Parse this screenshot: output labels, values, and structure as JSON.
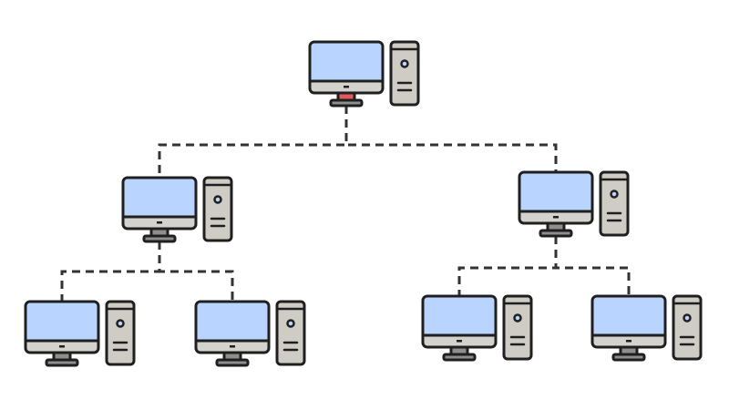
{
  "diagram": {
    "type": "network-hierarchy",
    "colors": {
      "background": "#ffffff",
      "outline": "#1f1f1f",
      "screen": "#b8d4ff",
      "bezel": "#d4d2cd",
      "stand": "#8e8e8e",
      "tower": "#ceccc4",
      "root_neck": "#e05a5e",
      "connector": "#333333"
    },
    "nodes": [
      {
        "id": "root",
        "label": "",
        "icon": "desktop-computer-icon",
        "root": true
      },
      {
        "id": "left-hub",
        "label": "",
        "icon": "desktop-computer-icon"
      },
      {
        "id": "right-hub",
        "label": "",
        "icon": "desktop-computer-icon"
      },
      {
        "id": "left-leaf-1",
        "label": "",
        "icon": "desktop-computer-icon"
      },
      {
        "id": "left-leaf-2",
        "label": "",
        "icon": "desktop-computer-icon"
      },
      {
        "id": "right-leaf-1",
        "label": "",
        "icon": "desktop-computer-icon"
      },
      {
        "id": "right-leaf-2",
        "label": "",
        "icon": "desktop-computer-icon"
      }
    ],
    "edges": [
      {
        "from": "root",
        "to": "left-hub",
        "style": "dashed"
      },
      {
        "from": "root",
        "to": "right-hub",
        "style": "dashed"
      },
      {
        "from": "left-hub",
        "to": "left-leaf-1",
        "style": "dashed"
      },
      {
        "from": "left-hub",
        "to": "left-leaf-2",
        "style": "dashed"
      },
      {
        "from": "right-hub",
        "to": "right-leaf-1",
        "style": "dashed"
      },
      {
        "from": "right-hub",
        "to": "right-leaf-2",
        "style": "dashed"
      }
    ]
  }
}
